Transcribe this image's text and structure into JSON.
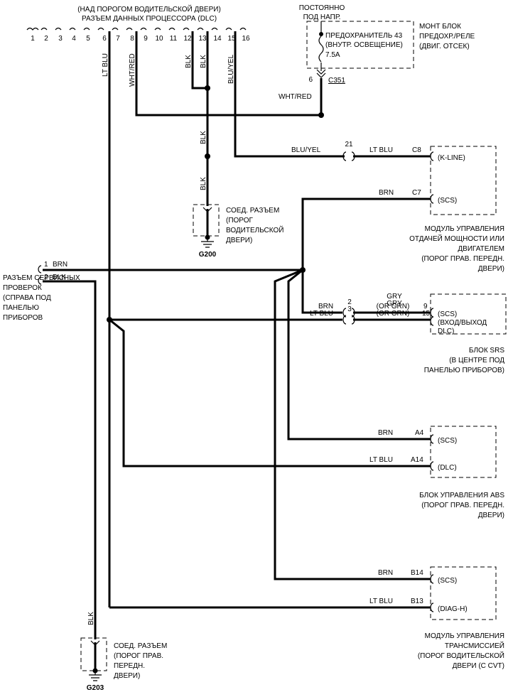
{
  "dlc": {
    "title_line1": "(НАД ПОРОГОМ ВОДИТЕЛЬСКОЙ ДВЕРИ)",
    "title_line2": "РАЗЪЕМ ДАННЫХ ПРОЦЕССОРА (DLC)",
    "pins": [
      "1",
      "2",
      "3",
      "4",
      "5",
      "6",
      "7",
      "8",
      "9",
      "10",
      "11",
      "12",
      "13",
      "14",
      "15",
      "16"
    ]
  },
  "fuse_block": {
    "hot_line1": "ПОСТОЯННО",
    "hot_line2": "ПОД НАПР.",
    "fuse_line1": "ПРЕДОХРАНИТЕЛЬ 43",
    "fuse_line2": "(ВНУТР. ОСВЕЩЕНИЕ)",
    "fuse_line3": "7.5A",
    "block_line1": "МОНТ БЛОК",
    "block_line2": "ПРЕДОХР./РЕЛЕ",
    "block_line3": "(ДВИГ. ОТСЕК)",
    "pin": "6",
    "connector": "C351",
    "wire_color": "WHT/RED"
  },
  "wires": {
    "lt_blu": "LT BLU",
    "wht_red": "WHT/RED",
    "blk_12": "BLK",
    "blk_13": "BLK",
    "blu_yel": "BLU/YEL",
    "blk_a": "BLK",
    "blk_b": "BLK",
    "blk_g203": "BLK",
    "blu_yel_h": "BLU/YEL",
    "inline_21": "21",
    "lt_blu_c8": "LT BLU",
    "brn_c7": "BRN",
    "brn_srs": "BRN",
    "srs_num2": "2",
    "gry1": "GRY",
    "orgrn1": "(OR GRN)",
    "lt_blu_srs": "LT BLU",
    "srs_num3": "3",
    "gry2": "GRY",
    "orgrn2": "(OR GRN)",
    "brn_a4": "BRN",
    "lt_blu_a14": "LT BLU",
    "brn_b14": "BRN",
    "lt_blu_b13": "LT BLU"
  },
  "g200": {
    "line1": "СОЕД. РАЗЪЕМ",
    "line2": "(ПОРОГ",
    "line3": "ВОДИТЕЛЬСКОЙ",
    "line4": "ДВЕРИ)",
    "ground": "G200"
  },
  "scs_connector": {
    "pin1": "1",
    "wire1": "BRN",
    "pin2": "2",
    "wire2": "BLK",
    "line1": "РАЗЪЕМ СЕРВИСНЫХ",
    "line2": "ПРОВЕРОК",
    "line3": "(СПРАВА ПОД",
    "line4": "ПАНЕЛЬЮ",
    "line5": "ПРИБОРОВ"
  },
  "pcm": {
    "pin_c8": "C8",
    "label_c8": "(K-LINE)",
    "pin_c7": "C7",
    "label_c7": "(SCS)",
    "line1": "МОДУЛЬ УПРАВЛЕНИЯ",
    "line2": "ОТДАЧЕЙ МОЩНОСТИ ИЛИ",
    "line3": "ДВИГАТЕЛЕМ",
    "line4": "(ПОРОГ ПРАВ. ПЕРЕДН.",
    "line5": "ДВЕРИ)"
  },
  "srs": {
    "pin9": "9",
    "label9": "(SCS)",
    "pin15": "15",
    "label15a": "(ВХОД/ВЫХОД",
    "label15b": "DLC)",
    "line1": "БЛОК SRS",
    "line2": "(В ЦЕНТРЕ ПОД",
    "line3": "ПАНЕЛЬЮ ПРИБОРОВ)"
  },
  "abs": {
    "pin_a4": "A4",
    "label_a4": "(SCS)",
    "pin_a14": "A14",
    "label_a14": "(DLC)",
    "line1": "БЛОК УПРАВЛЕНИЯ ABS",
    "line2": "(ПОРОГ ПРАВ. ПЕРЕДН.",
    "line3": "ДВЕРИ)"
  },
  "tcm": {
    "pin_b14": "B14",
    "label_b14": "(SCS)",
    "pin_b13": "B13",
    "label_b13": "(DIAG-H)",
    "line1": "МОДУЛЬ УПРАВЛЕНИЯ",
    "line2": "ТРАНСМИССИЕЙ",
    "line3": "(ПОРОГ ВОДИТЕЛЬСКОЙ",
    "line4": "ДВЕРИ (С CVT)"
  },
  "g203": {
    "line1": "СОЕД. РАЗЪЕМ",
    "line2": "(ПОРОГ ПРАВ.",
    "line3": "ПЕРЕДН.",
    "line4": "ДВЕРИ)",
    "ground": "G203"
  }
}
